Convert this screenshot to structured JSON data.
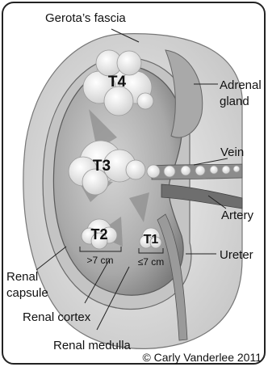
{
  "labels": {
    "gerota": "Gerota’s fascia",
    "adrenal_1": "Adrenal",
    "adrenal_2": "gland",
    "vein": "Vein",
    "artery": "Artery",
    "ureter": "Ureter",
    "capsule_1": "Renal",
    "capsule_2": "capsule",
    "cortex": "Renal cortex",
    "medulla": "Renal medulla"
  },
  "stages": {
    "t4": "T4",
    "t3": "T3",
    "t2": "T2",
    "t1": "T1",
    "t2_size": ">7 cm",
    "t1_size": "≤7 cm"
  },
  "credit": "© Carly Vanderlee 2011",
  "colors": {
    "frame": "#222222",
    "fascia": "#d9d9d9",
    "kidney": "#b3b3b3",
    "kidney_dark": "#8f8f8f",
    "tumor": "#f4f4f4",
    "vessel": "#7a7a7a"
  }
}
